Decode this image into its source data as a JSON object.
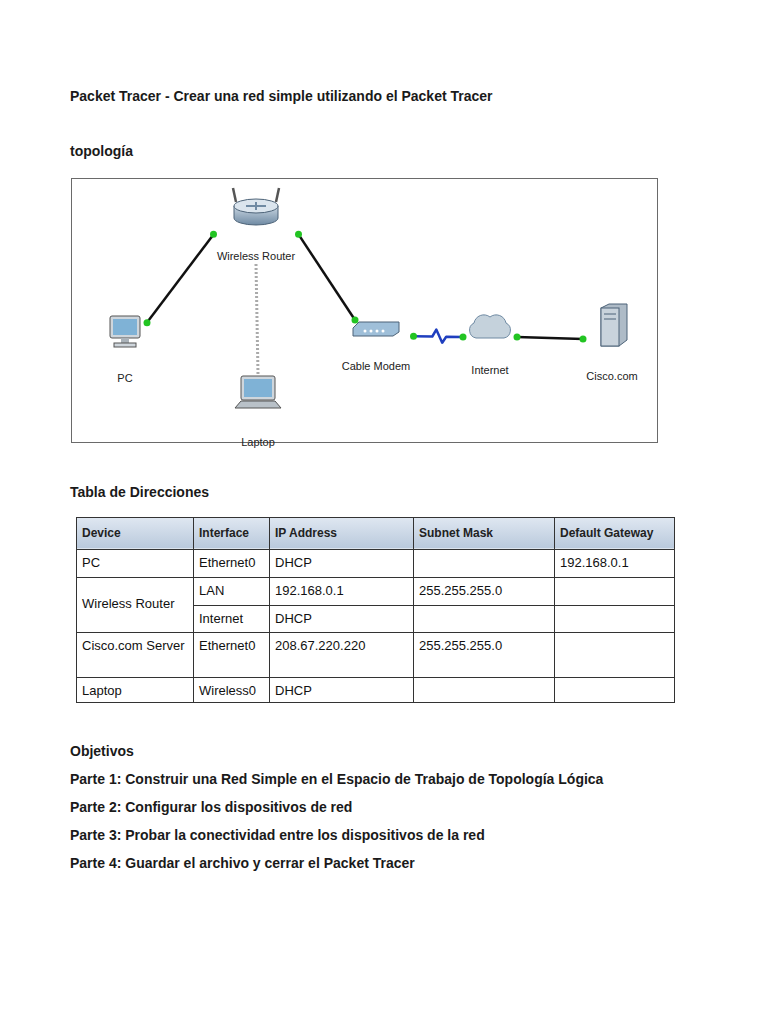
{
  "diagram": {
    "title": "Packet Tracer - Crear una red simple utilizando el Packet Tracer",
    "nodes": [
      {
        "text": [
          "Wireless Router"
        ]
      },
      {
        "text": [
          "PC"
        ]
      },
      {
        "text": [
          "Laptop"
        ]
      },
      {
        "text": [
          "Cable Modem"
        ]
      },
      {
        "text": [
          "Internet"
        ]
      },
      {
        "text": [
          "Cisco.com"
        ]
      }
    ],
    "edges": [
      {
        "from": 0,
        "to": 1,
        "arrow": "none"
      },
      {
        "from": 0,
        "to": 2,
        "arrow": "none"
      },
      {
        "from": 0,
        "to": 3,
        "arrow": "none"
      },
      {
        "from": 3,
        "to": 4,
        "arrow": "none"
      },
      {
        "from": 4,
        "to": 5,
        "arrow": "none"
      }
    ],
    "labels": [
      "topología",
      "Tabla de Direcciones",
      "Device",
      "Interface",
      "IP Address",
      "Subnet Mask",
      "Default Gateway",
      "PC",
      "Ethernet0",
      "DHCP",
      "192.168.0.1",
      "Wireless Router",
      "LAN",
      "192.168.0.1",
      "255.255.255.0",
      "Internet",
      "DHCP",
      "Cisco.com Server",
      "Ethernet0",
      "208.67.220.220",
      "255.255.255.0",
      "Laptop",
      "Wireless0",
      "DHCP",
      "Objetivos",
      "Parte 1: Construir una Red Simple en el Espacio de Trabajo de Topología Lógica",
      "Parte 2: Configurar los dispositivos de red",
      "Parte 3: Probar la conectividad entre los dispositivos de la red",
      "Parte 4: Guardar el archivo y cerrar el Packet Tracer"
    ]
  }
}
